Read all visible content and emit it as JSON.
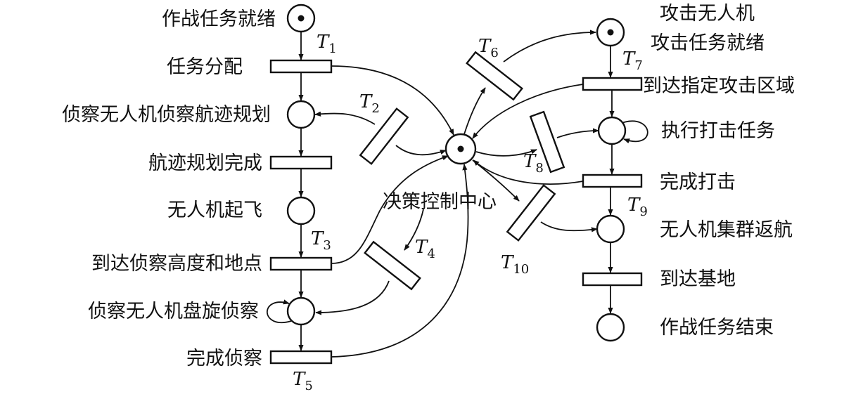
{
  "diagram": {
    "labels": {
      "p_start": "作战任务就绪",
      "t1": "任务分配",
      "p_plan": "侦察无人机侦察航迹规划",
      "t_plan_done": "航迹规划完成",
      "p_takeoff": "无人机起飞",
      "t3": "到达侦察高度和地点",
      "p_hover": "侦察无人机盘旋侦察",
      "t5": "完成侦察",
      "center": "决策控制中心",
      "p_attack_ready": [
        "攻击无人机",
        "攻击任务就绪"
      ],
      "t7": "到达指定攻击区域",
      "p_strike": "执行打击任务",
      "t_strike_done": "完成打击",
      "p_return": "无人机集群返航",
      "t_base": "到达基地",
      "p_end": "作战任务结束"
    },
    "transitions": [
      {
        "id": "t1",
        "letter": "T",
        "sub": "1"
      },
      {
        "id": "t2",
        "letter": "T",
        "sub": "2"
      },
      {
        "id": "t3",
        "letter": "T",
        "sub": "3"
      },
      {
        "id": "t4",
        "letter": "T",
        "sub": "4"
      },
      {
        "id": "t5",
        "letter": "T",
        "sub": "5"
      },
      {
        "id": "t6",
        "letter": "T",
        "sub": "6"
      },
      {
        "id": "t7",
        "letter": "T",
        "sub": "7"
      },
      {
        "id": "t8",
        "letter": "T",
        "sub": "8"
      },
      {
        "id": "t9",
        "letter": "T",
        "sub": "9"
      },
      {
        "id": "t10",
        "letter": "T",
        "sub": "10"
      }
    ]
  }
}
